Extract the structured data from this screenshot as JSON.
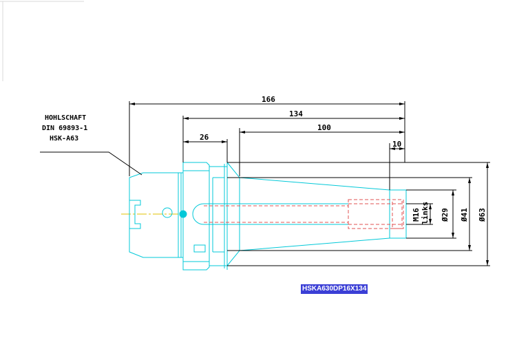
{
  "callout": {
    "line1": "HOHLSCHAFT",
    "line2": "DIN 69893-1",
    "line3": "HSK-A63"
  },
  "dimensions": {
    "overall_length": "166",
    "projection_length": "134",
    "taper_length": "100",
    "flange_width": "26",
    "bore_depth": "10",
    "thread": "M16",
    "thread_direction": "links",
    "dia_bore": "Ø29",
    "dia_body": "Ø41",
    "dia_flange": "Ø63"
  },
  "part_number": "HSKA630DP16X134",
  "colors": {
    "outline": "#00c8d8",
    "dimension": "#000000",
    "hidden": "#e05050",
    "centerline": "#e0c000",
    "tag_bg": "#3b3fd6"
  }
}
